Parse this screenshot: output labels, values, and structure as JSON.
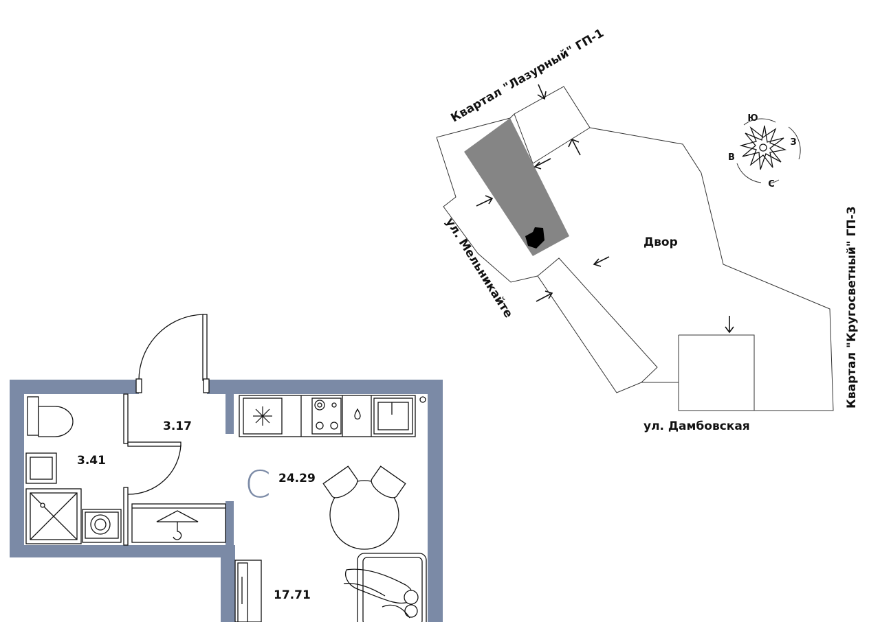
{
  "site_plan": {
    "labels": {
      "north_block": "Квартал \"Лазурный\" ГП-1",
      "east_block": "Квартал \"Кругосветный\" ГП-3",
      "street_west": "ул. Мельникайте",
      "street_south": "ул. Дамбовская",
      "yard": "Двор"
    },
    "compass": {
      "top": "Ю",
      "bottom": "С",
      "left": "В",
      "right": "З"
    }
  },
  "floor_plan": {
    "rooms": [
      {
        "name": "bathroom",
        "area": "3.41"
      },
      {
        "name": "hallway",
        "area": "3.17"
      },
      {
        "name": "kitchen-living",
        "area": "24.29"
      },
      {
        "name": "sleeping-area",
        "area": "17.71"
      }
    ],
    "studio_mark": "С",
    "colors": {
      "walls": "#7b8aa6",
      "building": "#858585",
      "marker": "#000000"
    }
  }
}
